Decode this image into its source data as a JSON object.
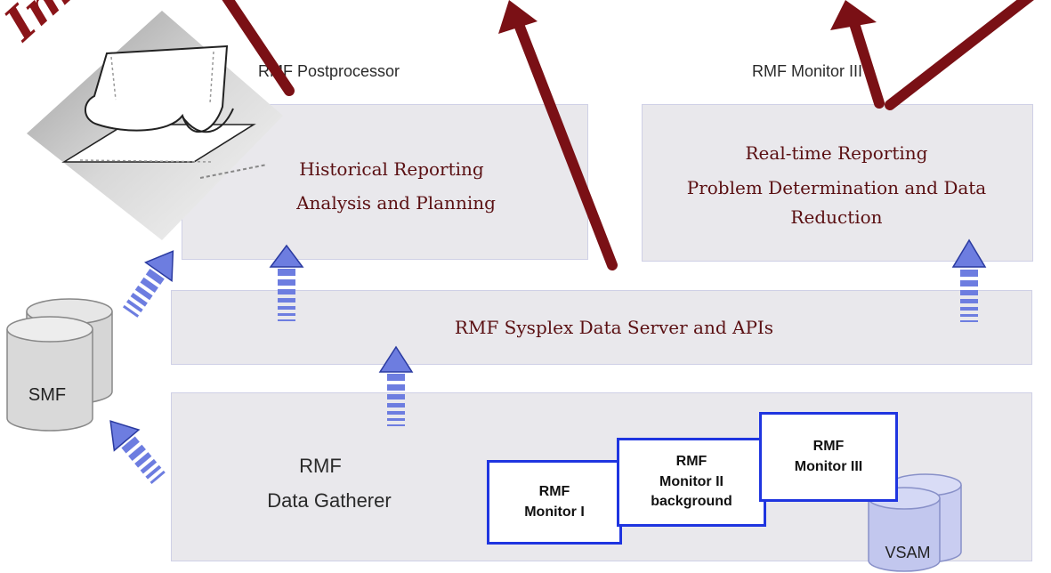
{
  "watermark": "Ima",
  "postprocessor": {
    "title": "RMF Postprocessor",
    "line1": "Historical Reporting",
    "line2": "Analysis and Planning"
  },
  "monitor3_panel": {
    "title": "RMF Monitor III",
    "line1": "Real-time Reporting",
    "line2": "Problem Determination and Data",
    "line3": "Reduction"
  },
  "data_server": {
    "label": "RMF Sysplex Data Server and APIs"
  },
  "data_gatherer": {
    "line1": "RMF",
    "line2": "Data Gatherer"
  },
  "smf": {
    "label": "SMF"
  },
  "vsam": {
    "label": "VSAM"
  },
  "monitors": [
    {
      "line1": "RMF",
      "line2": "Monitor I",
      "line3": ""
    },
    {
      "line1": "RMF",
      "line2": "Monitor II",
      "line3": "background"
    },
    {
      "line1": "RMF",
      "line2": "Monitor III",
      "line3": ""
    }
  ],
  "colors": {
    "panel": "#e9e8ec",
    "serif_text": "#5a0f12",
    "arrow_red": "#7a1015",
    "arrow_blue": "#6d7de0",
    "monitor_border": "#1f35e0"
  }
}
